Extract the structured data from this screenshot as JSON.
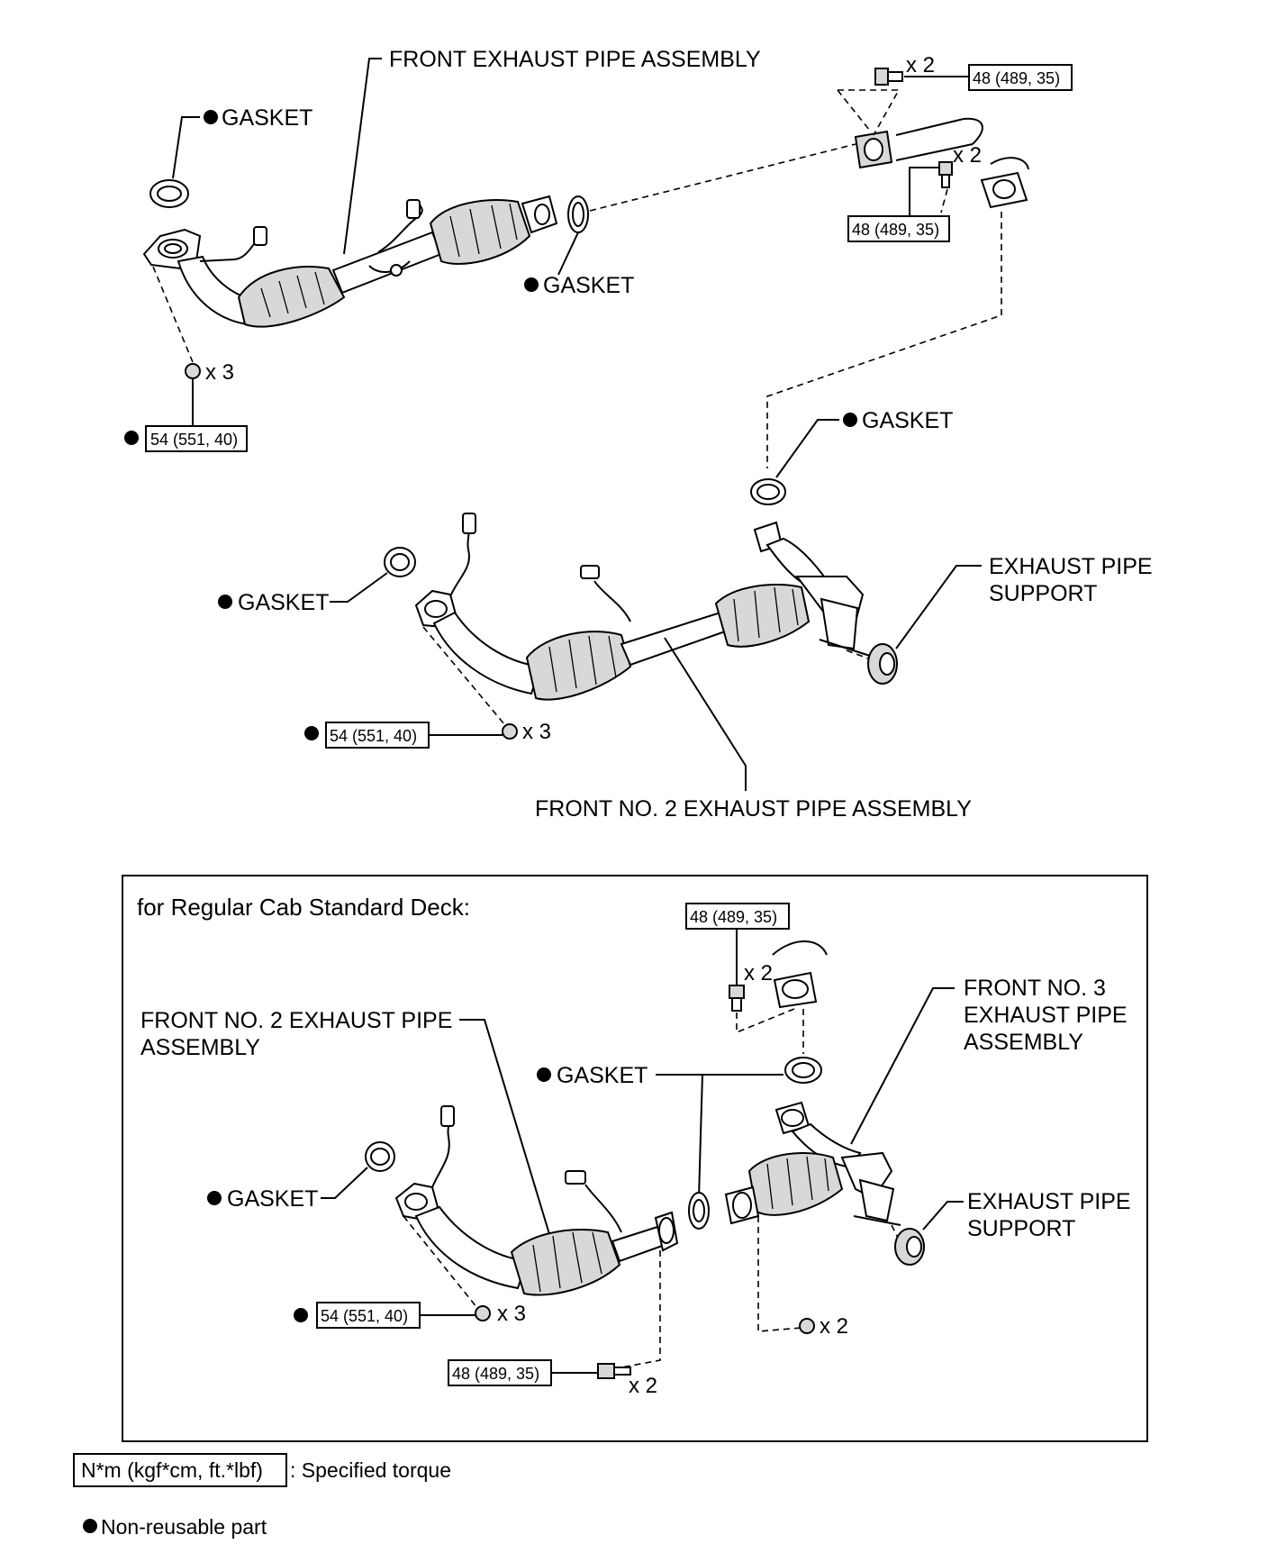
{
  "labels": {
    "front_exhaust_pipe_assembly": "FRONT EXHAUST PIPE ASSEMBLY",
    "gasket": "GASKET",
    "front_no2_exhaust_pipe_assembly": "FRONT NO. 2 EXHAUST PIPE ASSEMBLY",
    "exhaust_pipe_support_line1": "EXHAUST PIPE",
    "exhaust_pipe_support_line2": "SUPPORT",
    "panel_title": "for Regular Cab Standard Deck:",
    "panel_front_no2_line1": "FRONT NO. 2 EXHAUST PIPE",
    "panel_front_no2_line2": "ASSEMBLY",
    "panel_front_no3_line1": "FRONT NO. 3",
    "panel_front_no3_line2": "EXHAUST PIPE",
    "panel_front_no3_line3": "ASSEMBLY"
  },
  "torques": {
    "t48": "48 (489, 35)",
    "t54": "54 (551, 40)"
  },
  "counts": {
    "x2": "x 2",
    "x3": "x 3"
  },
  "legend": {
    "torque_box": "N*m (kgf*cm, ft.*lbf)",
    "torque_text": ": Specified torque",
    "nonreusable": "Non-reusable part"
  },
  "icons": {
    "nonreusable_marker": "filled-circle-icon",
    "bolt": "bolt-icon",
    "nut": "nut-icon"
  }
}
